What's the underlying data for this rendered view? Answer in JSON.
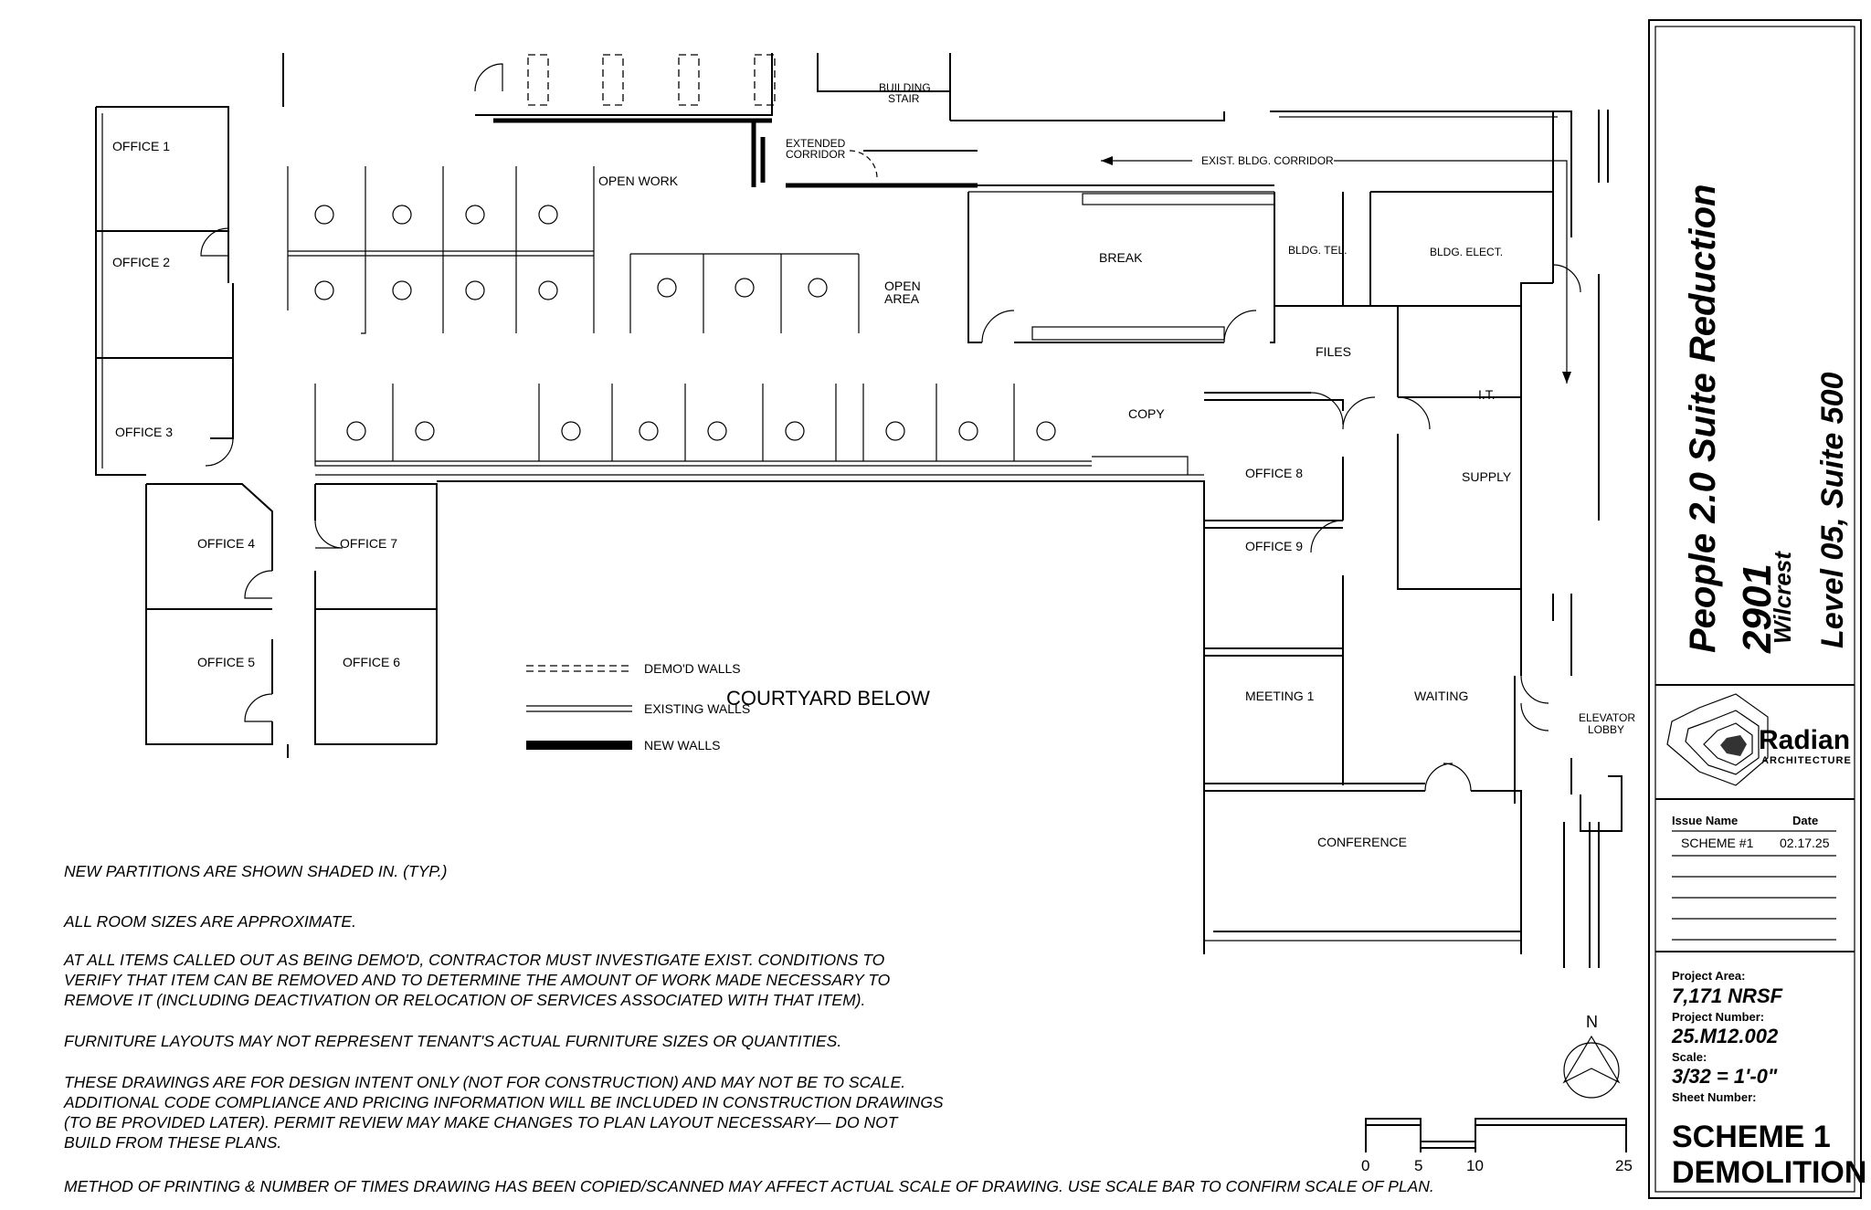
{
  "plan": {
    "rooms": {
      "office_1": "OFFICE 1",
      "office_2": "OFFICE 2",
      "office_3": "OFFICE 3",
      "office_4": "OFFICE 4",
      "office_5": "OFFICE 5",
      "office_6": "OFFICE 6",
      "office_7": "OFFICE 7",
      "office_8": "OFFICE 8",
      "office_9": "OFFICE 9",
      "open_work": "OPEN WORK",
      "open_area_1": "OPEN",
      "open_area_2": "AREA",
      "break": "BREAK",
      "bldg_tel": "BLDG. TEL.",
      "bldg_elect": "BLDG. ELECT.",
      "files": "FILES",
      "it": "I.T.",
      "supply": "SUPPLY",
      "copy": "COPY",
      "meeting_1": "MEETING 1",
      "waiting": "WAITING",
      "conference": "CONFERENCE",
      "elevator_lobby_1": "ELEVATOR",
      "elevator_lobby_2": "LOBBY",
      "building_stair_1": "BUILDING",
      "building_stair_2": "STAIR",
      "extended_corridor_1": "EXTENDED",
      "extended_corridor_2": "CORRIDOR",
      "exist_bldg_corridor": "EXIST. BLDG. CORRIDOR",
      "courtyard": "COURTYARD BELOW"
    },
    "legend": {
      "demo_walls": "DEMO'D WALLS",
      "existing_walls": "EXISTING WALLS",
      "new_walls": "NEW WALLS"
    },
    "north_label": "N",
    "scale_bar": {
      "ticks": [
        "0",
        "5",
        "10",
        "25"
      ]
    }
  },
  "notes": [
    "NEW PARTITIONS ARE SHOWN SHADED IN. (TYP.)",
    "ALL ROOM SIZES ARE APPROXIMATE.",
    "AT ALL ITEMS CALLED OUT AS BEING DEMO'D, CONTRACTOR MUST INVESTIGATE EXIST. CONDITIONS TO",
    "VERIFY THAT ITEM CAN BE REMOVED AND TO DETERMINE THE AMOUNT OF WORK MADE NECESSARY TO",
    "REMOVE IT (INCLUDING DEACTIVATION OR RELOCATION OF SERVICES ASSOCIATED WITH THAT ITEM).",
    "FURNITURE LAYOUTS MAY NOT REPRESENT TENANT'S ACTUAL FURNITURE SIZES OR QUANTITIES.",
    "THESE DRAWINGS ARE FOR DESIGN INTENT ONLY (NOT FOR CONSTRUCTION) AND MAY NOT BE TO SCALE.",
    "ADDITIONAL CODE COMPLIANCE AND PRICING INFORMATION WILL BE INCLUDED IN CONSTRUCTION DRAWINGS",
    "(TO BE PROVIDED LATER). PERMIT REVIEW MAY MAKE CHANGES TO PLAN LAYOUT NECESSARY— DO NOT",
    "BUILD FROM THESE PLANS.",
    "METHOD OF PRINTING & NUMBER OF TIMES DRAWING HAS BEEN COPIED/SCANNED MAY AFFECT ACTUAL SCALE OF DRAWING. USE SCALE BAR TO CONFIRM SCALE OF PLAN."
  ],
  "title_block": {
    "project_title": "People 2.0 Suite Reduction",
    "address_number": "2901",
    "address_street": "Wilcrest",
    "level_suite": "Level 05,  Suite 500",
    "firm_name": "Radian",
    "firm_subtitle": "ARCHITECTURE",
    "issue_name_header": "Issue Name",
    "date_header": "Date",
    "issue_name": "SCHEME #1",
    "issue_date": "02.17.25",
    "project_area_label": "Project Area:",
    "project_area": "7,171 NRSF",
    "project_number_label": "Project Number:",
    "project_number": "25.M12.002",
    "scale_label": "Scale:",
    "scale": "3/32 = 1'-0\"",
    "sheet_number_label": "Sheet Number:",
    "sheet_line_1": "SCHEME 1",
    "sheet_line_2": "DEMOLITION"
  }
}
